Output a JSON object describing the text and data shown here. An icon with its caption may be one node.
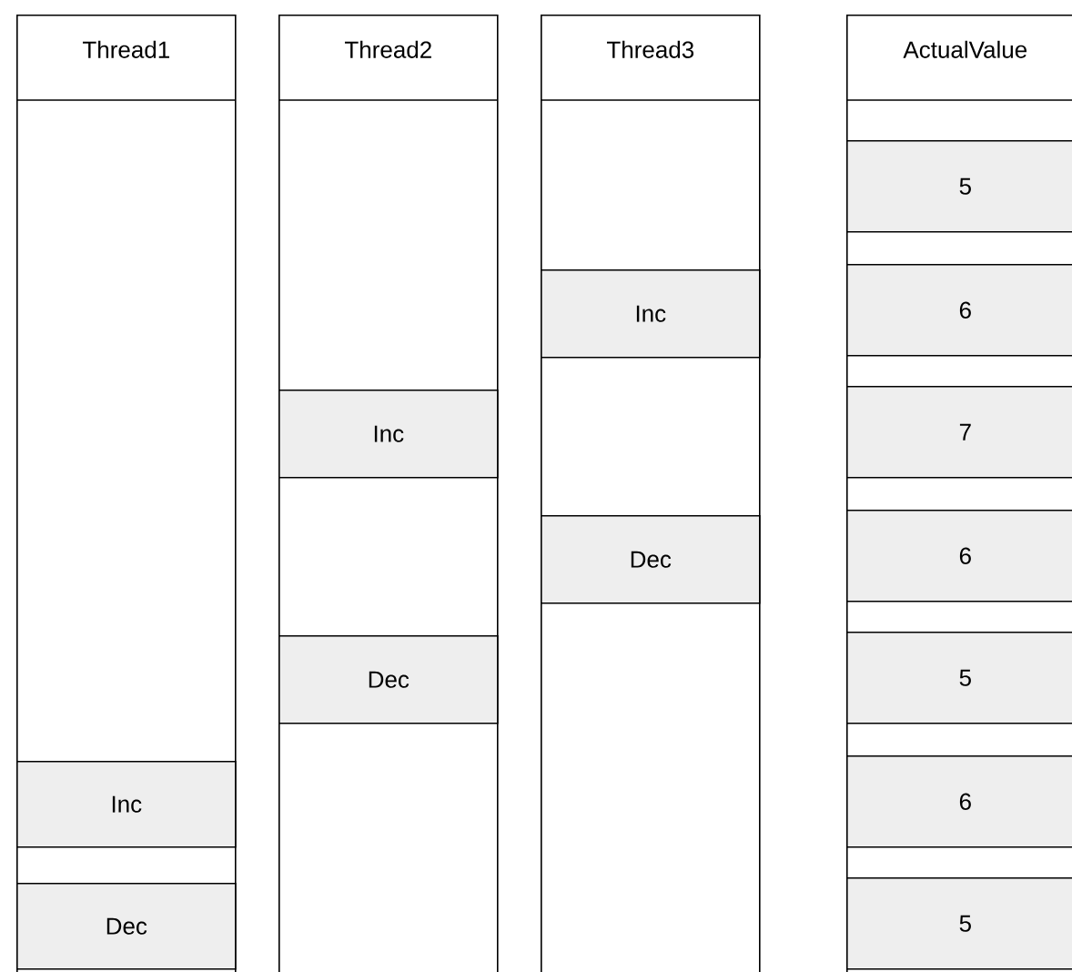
{
  "diagram": {
    "nodes": [
      {
        "text": [
          "Thread1"
        ]
      },
      {
        "text": [
          "Inc"
        ],
        "in": 0
      },
      {
        "text": [
          "Dec"
        ],
        "in": 0
      },
      {
        "text": [
          "Thread2"
        ]
      },
      {
        "text": [
          "Inc"
        ],
        "in": 3
      },
      {
        "text": [
          "Dec"
        ],
        "in": 3
      },
      {
        "text": [
          "Thread3"
        ]
      },
      {
        "text": [
          "Inc"
        ],
        "in": 6
      },
      {
        "text": [
          "Dec"
        ],
        "in": 6
      },
      {
        "text": [
          "ActualValue"
        ]
      },
      {
        "text": [
          "5"
        ],
        "in": 9
      },
      {
        "text": [
          "6"
        ],
        "in": 9
      },
      {
        "text": [
          "7"
        ],
        "in": 9
      },
      {
        "text": [
          "6"
        ],
        "in": 9
      },
      {
        "text": [
          "5"
        ],
        "in": 9
      },
      {
        "text": [
          "6"
        ],
        "in": 9
      },
      {
        "text": [
          "5"
        ],
        "in": 9
      }
    ]
  }
}
